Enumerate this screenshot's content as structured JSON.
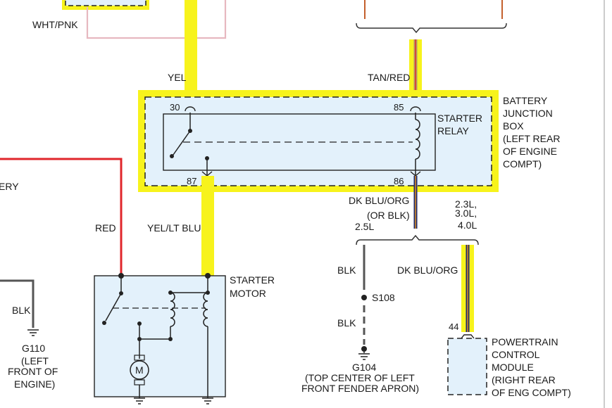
{
  "wires": {
    "wht_pnk": "WHT/PNK",
    "yel": "YEL",
    "tan_red": "TAN/RED",
    "red": "RED",
    "yel_lt_blu": "YEL/LT BLU",
    "dk_blu_org_or_blk_1": "DK BLU/ORG",
    "dk_blu_org_or_blk_2": "(OR BLK)",
    "blk_g110": "BLK",
    "blk_top": "BLK",
    "blk_bottom": "BLK",
    "dk_blu_org_pcm": "DK BLU/ORG"
  },
  "engine_notes": {
    "l25": "2.5L",
    "l23": "2.3L,",
    "l30": "3.0L,",
    "l40": "4.0L"
  },
  "junction_box": {
    "line1": "BATTERY",
    "line2": "JUNCTION",
    "line3": "BOX",
    "line4": "(LEFT REAR",
    "line5": "OF ENGINE",
    "line6": "COMPT)"
  },
  "starter_relay": {
    "line1": "STARTER",
    "line2": "RELAY",
    "pin30": "30",
    "pin85": "85",
    "pin87": "87",
    "pin86": "86"
  },
  "starter_motor": {
    "line1": "STARTER",
    "line2": "MOTOR",
    "motor_symbol": "M"
  },
  "battery_partial": "ERY",
  "g110": {
    "name": "G110",
    "line1": "(LEFT",
    "line2": "FRONT OF",
    "line3": "ENGINE)"
  },
  "s108": "S108",
  "g104": {
    "name": "G104",
    "line1": "(TOP CENTER OF LEFT",
    "line2": "FRONT FENDER APRON)"
  },
  "pcm": {
    "pin": "44",
    "line1": "POWERTRAIN",
    "line2": "CONTROL",
    "line3": "MODULE",
    "line4": "(RIGHT REAR",
    "line5": "OF ENG COMPT)"
  },
  "colors": {
    "highlight": "#f7f31c",
    "component_fill": "#e3f1fb",
    "wire_red": "#e0262b",
    "wire_blk": "#555555",
    "wire_pink": "#e7b8c0",
    "wire_dkblu": "#1e2a6b",
    "wire_orange": "#f39a1b",
    "wire_tan": "#b59a6a"
  }
}
